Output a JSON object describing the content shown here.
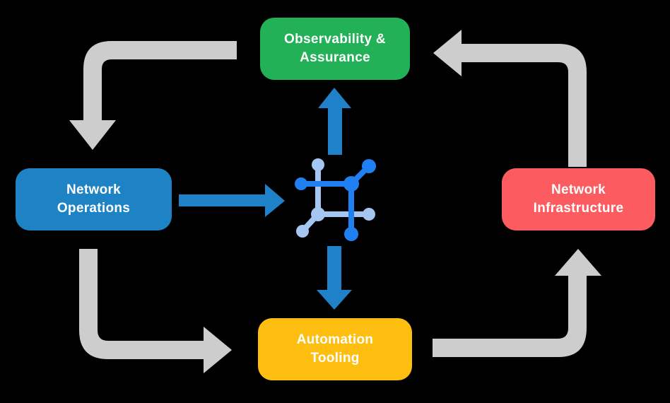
{
  "colors": {
    "observability": "#23B158",
    "operations": "#1E83C4",
    "infrastructure": "#FC5C60",
    "automation": "#FEBE10",
    "flow_arrow": "#CDCDCD",
    "data_arrow": "#1F81C7",
    "icon_primary": "#2080F2",
    "icon_secondary": "#A6C6F2",
    "text": "#FFFFFF",
    "background": "#000000"
  },
  "nodes": {
    "observability": {
      "line1": "Observability &",
      "line2": "Assurance"
    },
    "operations": {
      "line1": "Network",
      "line2": "Operations"
    },
    "infrastructure": {
      "line1": "Network",
      "line2": "Infrastructure"
    },
    "automation": {
      "line1": "Automation",
      "line2": "Tooling"
    }
  },
  "icons": {
    "center": "network-mesh-icon"
  },
  "flows": [
    {
      "from": "observability",
      "to": "operations",
      "style": "gray-elbow"
    },
    {
      "from": "operations",
      "to": "automation",
      "style": "gray-elbow"
    },
    {
      "from": "automation",
      "to": "infrastructure",
      "style": "gray-elbow"
    },
    {
      "from": "infrastructure",
      "to": "observability",
      "style": "gray-elbow"
    },
    {
      "from": "operations",
      "to": "center-icon",
      "style": "blue-straight"
    },
    {
      "from": "center-icon",
      "to": "observability",
      "style": "blue-straight"
    },
    {
      "from": "center-icon",
      "to": "automation",
      "style": "blue-straight"
    }
  ]
}
